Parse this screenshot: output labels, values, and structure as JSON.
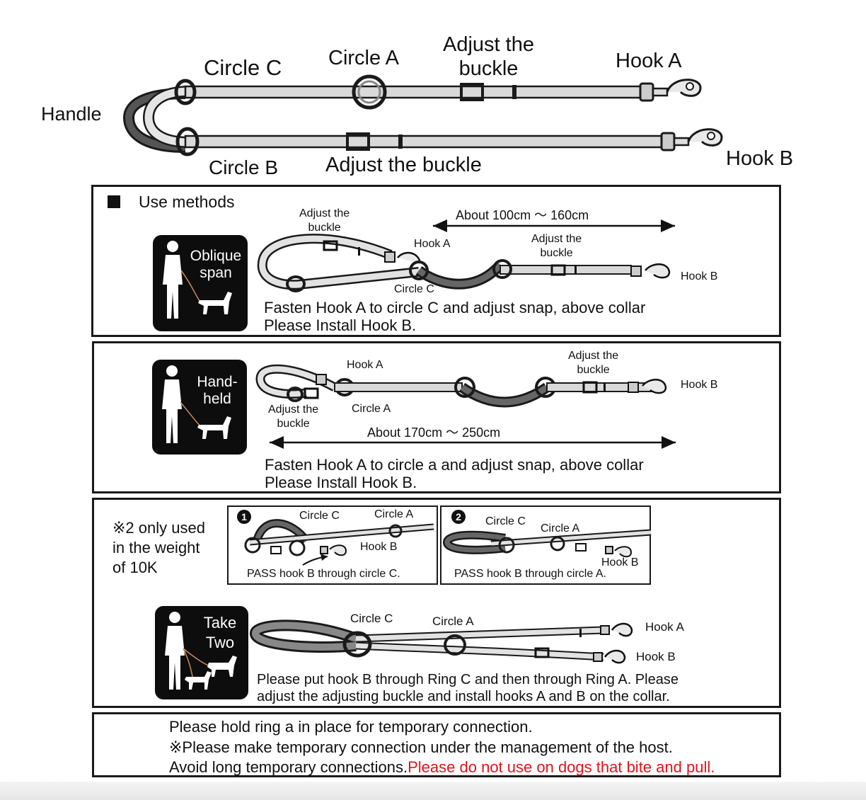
{
  "top": {
    "handle": "Handle",
    "circle_c": "Circle C",
    "circle_a": "Circle A",
    "adjust_top": "Adjust the\nbuckle",
    "hook_a": "Hook A",
    "circle_b": "Circle B",
    "adjust_bottom": "Adjust the buckle",
    "hook_b": "Hook B"
  },
  "panel1": {
    "heading": "Use methods",
    "badge": "Oblique\nspan",
    "adjust_left": "Adjust the\nbuckle",
    "length": "About 100cm ～ 160cm",
    "hook_a": "Hook A",
    "adjust_right": "Adjust the\nbuckle",
    "hook_b": "Hook B",
    "circle_c": "Circle C",
    "line1": "Fasten Hook A to circle C and adjust snap, above collar",
    "line2": "Please Install Hook B."
  },
  "panel2": {
    "badge": "Hand-\nheld",
    "hook_a": "Hook A",
    "adjust_right": "Adjust the\nbuckle",
    "hook_b": "Hook B",
    "adjust_left": "Adjust the\nbuckle",
    "circle_a": "Circle A",
    "length": "About 170cm ～ 250cm",
    "line1": "Fasten Hook A to circle a and adjust snap, above collar",
    "line2": "Please Install Hook B."
  },
  "panel3": {
    "weight_note": "※2 only used\nin the weight\nof 10K",
    "step1_num": "1",
    "step1_circle_c": "Circle C",
    "step1_circle_a": "Circle A",
    "step1_hook_b": "Hook B",
    "step1_caption": "PASS hook B through circle C.",
    "step2_num": "2",
    "step2_circle_c": "Circle C",
    "step2_circle_a": "Circle A",
    "step2_hook_b": "Hook B",
    "step2_caption": "PASS hook B through circle A.",
    "badge": "Take\nTwo",
    "circle_c": "Circle C",
    "circle_a": "Circle A",
    "hook_a": "Hook A",
    "hook_b": "Hook B",
    "line1": "Please put hook B through Ring C and then through Ring A. Please",
    "line2": "adjust the adjusting buckle and install hooks A and B on the collar."
  },
  "panel4": {
    "line1": "Please hold ring a in place for temporary connection.",
    "line2": "※Please make temporary connection under the management of the host.",
    "line3": "Avoid long temporary connections.",
    "warning": "Please do not use on dogs that bite and pull."
  },
  "colors": {
    "warning": "#e0141b",
    "strap": "#d9d9d9",
    "strap_dark": "#555555",
    "outline": "#1a1a1a"
  }
}
